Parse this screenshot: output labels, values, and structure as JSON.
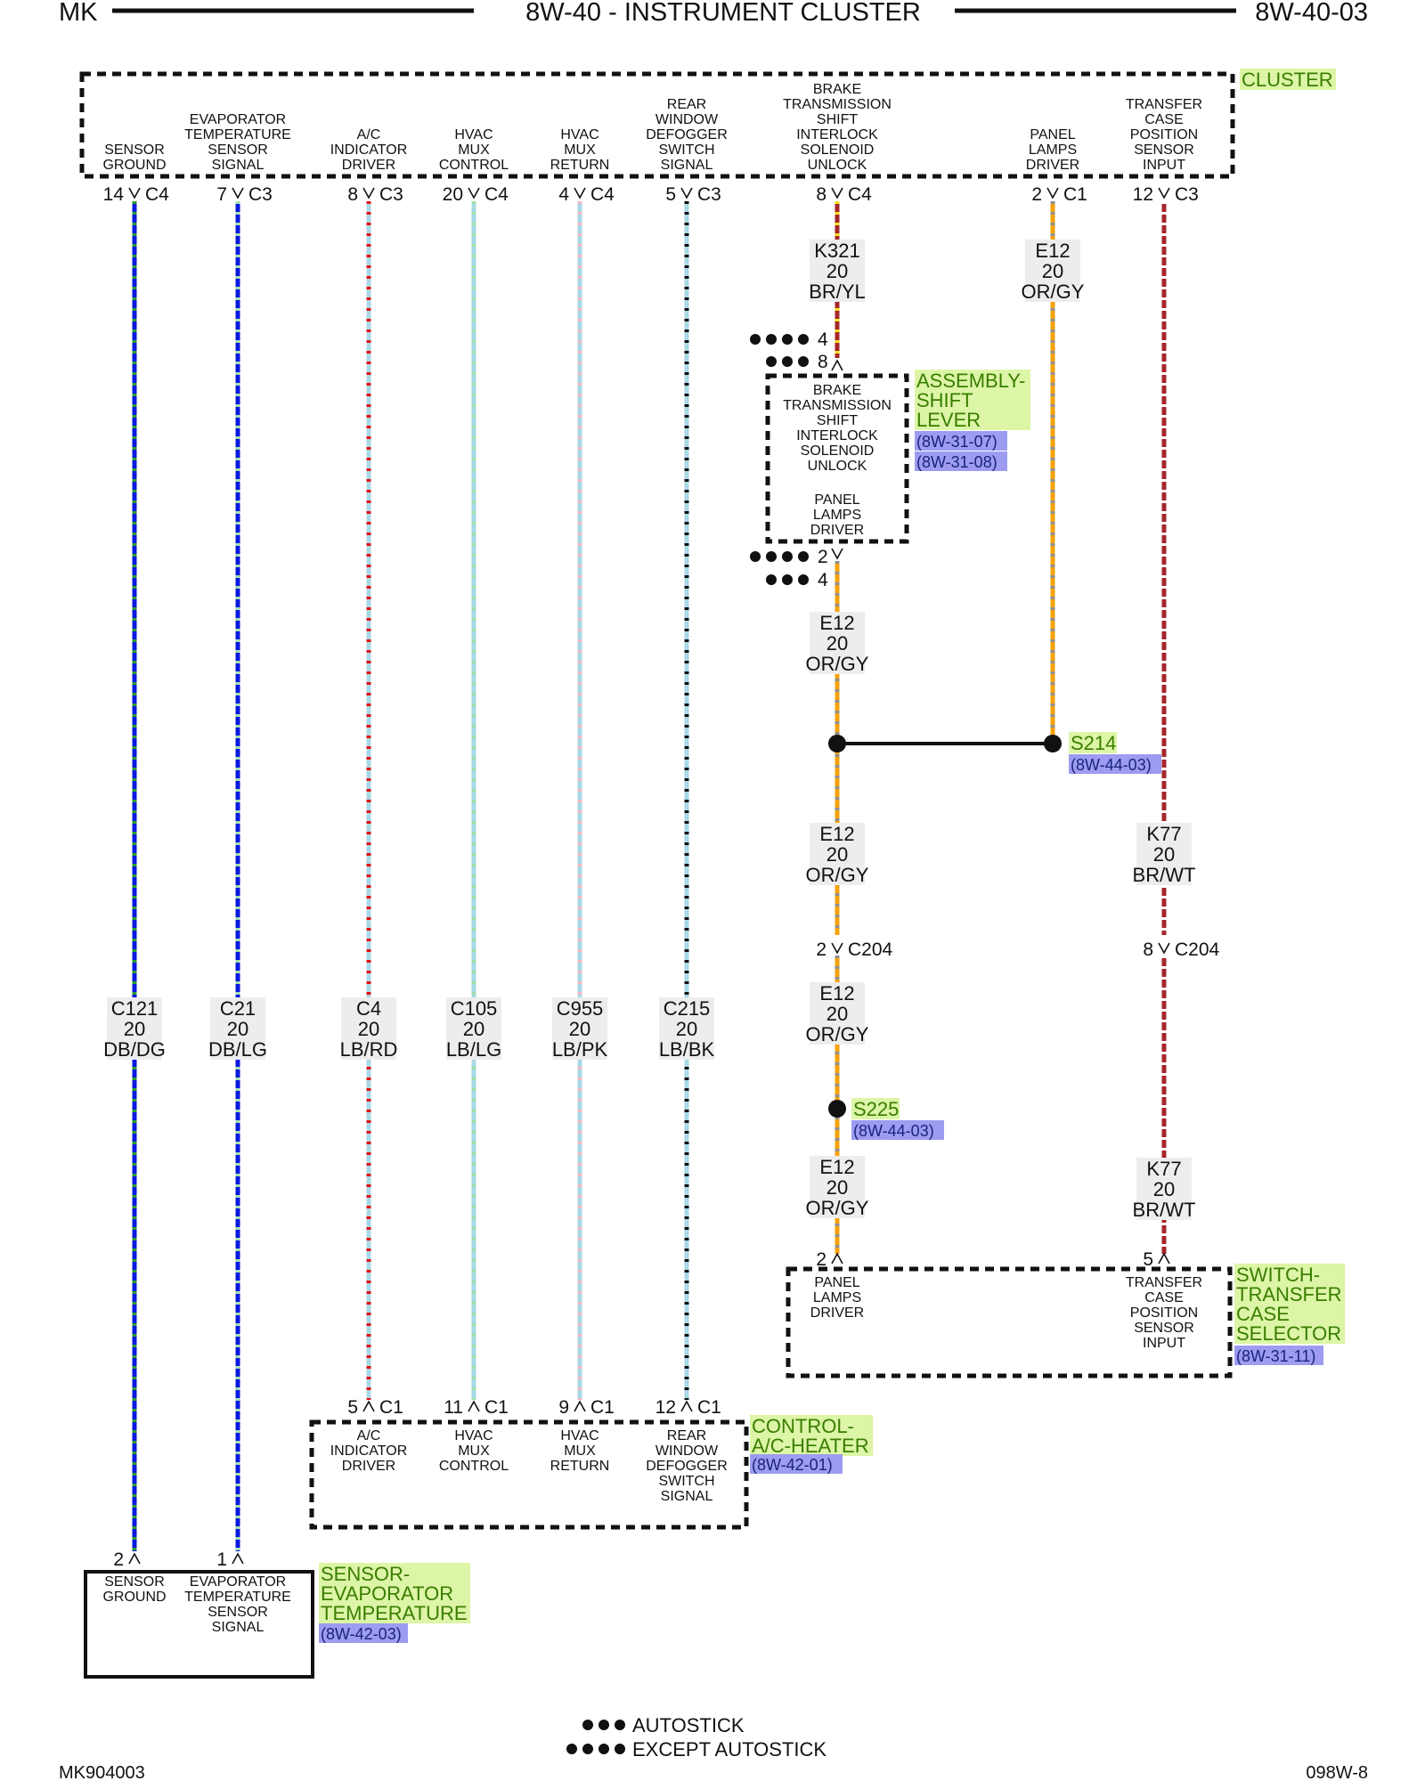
{
  "header": {
    "left": "MK",
    "title": "8W-40 - INSTRUMENT CLUSTER",
    "right": "8W-40-03"
  },
  "footer": {
    "left": "MK904003",
    "right": "098W-8"
  },
  "colors": {
    "tag_bg": "#dcf5a6",
    "ref_bg": "#9d9cf0",
    "splice_line": "#111111",
    "DB": "#0a18e0",
    "DG": "#2a9d2a",
    "LB": "#a9d8e6",
    "LG": "#9fe0a8",
    "RD": "#e01010",
    "PK": "#f2b8c6",
    "BK": "#111111",
    "BR": "#a5262b",
    "YL": "#f5e11a",
    "OR": "#f5a20a",
    "GY": "#8f8f8f",
    "WT": "#ffffff"
  },
  "components": {
    "cluster": {
      "tag": "CLUSTER",
      "cells": [
        "SENSOR\nGROUND",
        "EVAPORATOR\nTEMPERATURE\nSENSOR\nSIGNAL",
        "A/C\nINDICATOR\nDRIVER",
        "HVAC\nMUX\nCONTROL",
        "HVAC\nMUX\nRETURN",
        "REAR\nWINDOW\nDEFOGGER\nSWITCH\nSIGNAL",
        "BRAKE\nTRANSMISSION\nSHIFT\nINTERLOCK\nSOLENOID\nUNLOCK",
        "PANEL\nLAMPS\nDRIVER",
        "TRANSFER\nCASE\nPOSITION\nSENSOR\nINPUT"
      ]
    },
    "shift_lever": {
      "tag": "ASSEMBLY-\nSHIFT\nLEVER",
      "refs": [
        "(8W-31-07)",
        "(8W-31-08)"
      ],
      "cells": [
        "BRAKE\nTRANSMISSION\nSHIFT\nINTERLOCK\nSOLENOID\nUNLOCK",
        "PANEL\nLAMPS\nDRIVER"
      ]
    },
    "hvac_control": {
      "tag": "CONTROL-\nA/C-HEATER",
      "refs": [
        "(8W-42-01)"
      ],
      "cells": [
        "A/C\nINDICATOR\nDRIVER",
        "HVAC\nMUX\nCONTROL",
        "HVAC\nMUX\nRETURN",
        "REAR\nWINDOW\nDEFOGGER\nSWITCH\nSIGNAL"
      ]
    },
    "transfer_switch": {
      "tag": "SWITCH-\nTRANSFER\nCASE\nSELECTOR",
      "refs": [
        "(8W-31-11)"
      ],
      "cells": [
        "PANEL\nLAMPS\nDRIVER",
        "TRANSFER\nCASE\nPOSITION\nSENSOR\nINPUT"
      ]
    },
    "evap_sensor": {
      "tag": "SENSOR-\nEVAPORATOR\nTEMPERATURE",
      "refs": [
        "(8W-42-03)"
      ],
      "cells": [
        "SENSOR\nGROUND",
        "EVAPORATOR\nTEMPERATURE\nSENSOR\nSIGNAL"
      ]
    }
  },
  "pins": {
    "cluster": [
      {
        "pin": "14",
        "conn": "C4"
      },
      {
        "pin": "7",
        "conn": "C3"
      },
      {
        "pin": "8",
        "conn": "C3"
      },
      {
        "pin": "20",
        "conn": "C4"
      },
      {
        "pin": "4",
        "conn": "C4"
      },
      {
        "pin": "5",
        "conn": "C3"
      },
      {
        "pin": "8",
        "conn": "C4"
      },
      {
        "pin": "2",
        "conn": "C1"
      },
      {
        "pin": "12",
        "conn": "C3"
      }
    ],
    "shift_lever_top": [
      {
        "pin": "4",
        "variant": "except_autostick"
      },
      {
        "pin": "8",
        "variant": "autostick"
      }
    ],
    "shift_lever_bottom": [
      {
        "pin": "2",
        "variant": "except_autostick"
      },
      {
        "pin": "4",
        "variant": "autostick"
      }
    ],
    "hvac": [
      {
        "pin": "5",
        "conn": "C1"
      },
      {
        "pin": "11",
        "conn": "C1"
      },
      {
        "pin": "9",
        "conn": "C1"
      },
      {
        "pin": "12",
        "conn": "C1"
      }
    ],
    "evap": [
      {
        "pin": "2"
      },
      {
        "pin": "1"
      }
    ],
    "transfer": [
      {
        "pin": "2"
      },
      {
        "pin": "5"
      }
    ],
    "c204": [
      {
        "pin": "2",
        "conn": "C204"
      },
      {
        "pin": "8",
        "conn": "C204"
      }
    ]
  },
  "wires": [
    {
      "circuit": "C121",
      "gauge": "20",
      "color": "DB/DG"
    },
    {
      "circuit": "C21",
      "gauge": "20",
      "color": "DB/LG"
    },
    {
      "circuit": "C4",
      "gauge": "20",
      "color": "LB/RD"
    },
    {
      "circuit": "C105",
      "gauge": "20",
      "color": "LB/LG"
    },
    {
      "circuit": "C955",
      "gauge": "20",
      "color": "LB/PK"
    },
    {
      "circuit": "C215",
      "gauge": "20",
      "color": "LB/BK"
    },
    {
      "circuit": "K321",
      "gauge": "20",
      "color": "BR/YL"
    },
    {
      "circuit": "E12",
      "gauge": "20",
      "color": "OR/GY"
    },
    {
      "circuit": "E12",
      "gauge": "20",
      "color": "OR/GY"
    },
    {
      "circuit": "E12",
      "gauge": "20",
      "color": "OR/GY"
    },
    {
      "circuit": "E12",
      "gauge": "20",
      "color": "OR/GY"
    },
    {
      "circuit": "E12",
      "gauge": "20",
      "color": "OR/GY"
    },
    {
      "circuit": "K77",
      "gauge": "20",
      "color": "BR/WT"
    },
    {
      "circuit": "K77",
      "gauge": "20",
      "color": "BR/WT"
    }
  ],
  "splices": [
    {
      "name": "S214",
      "ref": "(8W-44-03)"
    },
    {
      "name": "S225",
      "ref": "(8W-44-03)"
    }
  ],
  "legend": [
    {
      "dots": 3,
      "label": "AUTOSTICK"
    },
    {
      "dots": 4,
      "label": "EXCEPT AUTOSTICK"
    }
  ]
}
